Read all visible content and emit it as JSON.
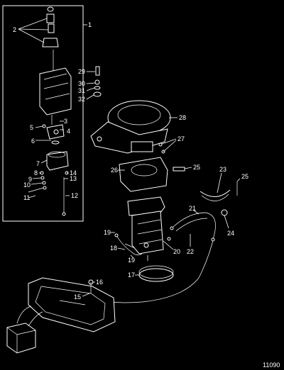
{
  "diagram": {
    "figure_number": "11090",
    "callouts": [
      "1",
      "2",
      "3",
      "4",
      "5",
      "6",
      "7",
      "8",
      "9",
      "10",
      "11",
      "12",
      "13",
      "14",
      "15",
      "16",
      "17",
      "18",
      "19",
      "19",
      "20",
      "21",
      "22",
      "23",
      "24",
      "25",
      "25",
      "26",
      "27",
      "28",
      "29",
      "30",
      "31",
      "32"
    ],
    "colors": {
      "background": "#000000",
      "line": "#ffffff"
    }
  }
}
